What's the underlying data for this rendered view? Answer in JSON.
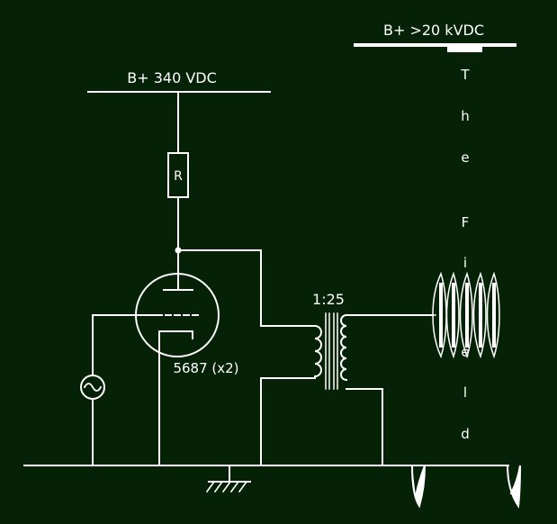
{
  "colors": {
    "background": "#062206",
    "wire": "#ffffff",
    "arc": "#ffffff"
  },
  "labels": {
    "supply_low": "B+ 340 VDC",
    "supply_high": "B+ >20 kVDC",
    "resistor": "R",
    "tube": "5687 (x2)",
    "transformer_ratio": "1:25"
  },
  "vertical_text": [
    "T",
    "h",
    "e",
    "F",
    "i",
    "e",
    "l",
    "d"
  ],
  "icons": {
    "signal_source": "ac-source-icon",
    "ground": "ground-icon",
    "tube": "triode-tube-icon",
    "transformer": "transformer-icon",
    "resistor": "resistor-icon",
    "discharge": "spark-discharge-icon"
  }
}
